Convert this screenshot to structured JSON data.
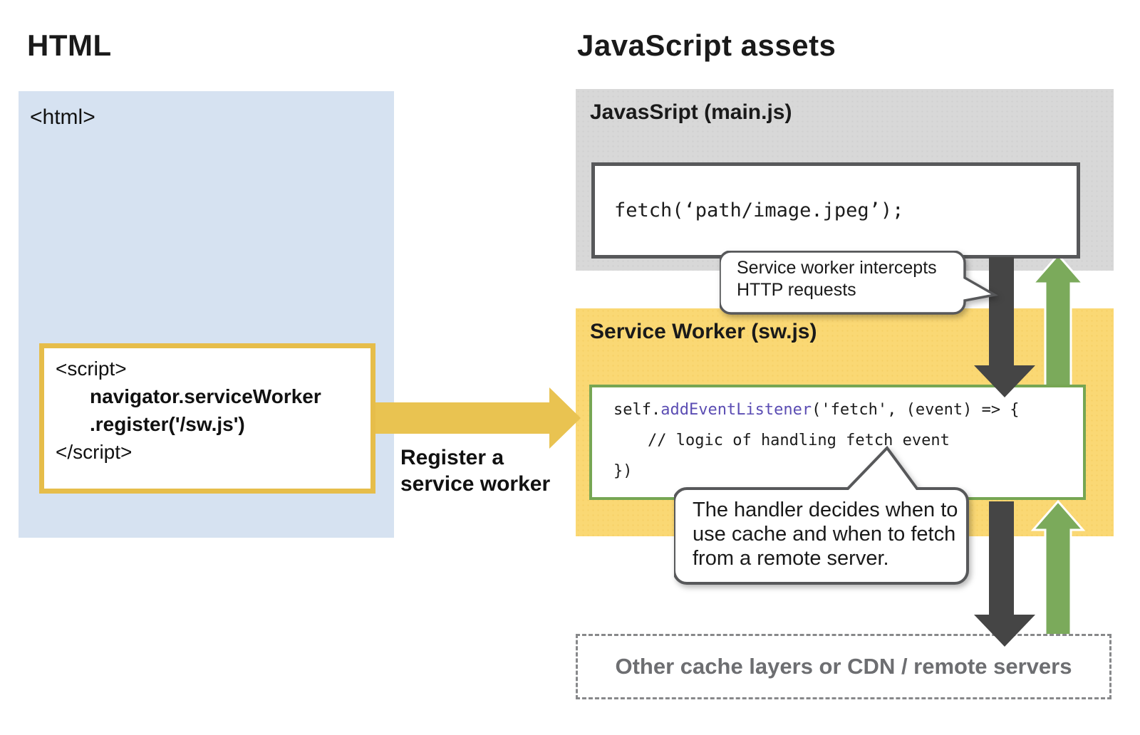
{
  "left_panel": {
    "title": "HTML",
    "page_tag": "<html>",
    "script_box": {
      "lines": [
        "<script>",
        "navigator.serviceWorker",
        ".register('/sw.js')",
        "</script>"
      ]
    },
    "register_label": {
      "line1": "Register a",
      "line2": "service worker"
    }
  },
  "right_panel": {
    "title": "JavaScript assets",
    "main_js": {
      "label": "JavasSript (main.js)",
      "code": "fetch(‘path/image.jpeg’);"
    },
    "service_worker": {
      "label": "Service Worker (sw.js)",
      "code_line1_a": "self.",
      "code_line1_b": "addEventListener",
      "code_line1_c": "('fetch', (event) => {",
      "code_line2": "// logic of handling fetch event",
      "code_line3": "})"
    },
    "other_layers_label": "Other cache layers or CDN / remote servers"
  },
  "callouts": {
    "intercept": {
      "line1": "Service worker intercepts",
      "line2": "HTTP requests"
    },
    "handler": {
      "line1": "The handler decides when to",
      "line2": "use cache and when to fetch",
      "line3": "from a remote server."
    }
  },
  "colors": {
    "html_box_blue": "#d6e2f1",
    "main_js_gray": "#d8d8d8",
    "service_worker_yellow": "#fad874",
    "gold_accent": "#e9c351",
    "green_arrow": "#7baa5b",
    "green_border": "#76a653",
    "dark_arrow": "#454545",
    "dark_border": "#57585a",
    "code_keyword_purple": "#5b4db3",
    "muted_text_gray": "#6d6e71"
  }
}
